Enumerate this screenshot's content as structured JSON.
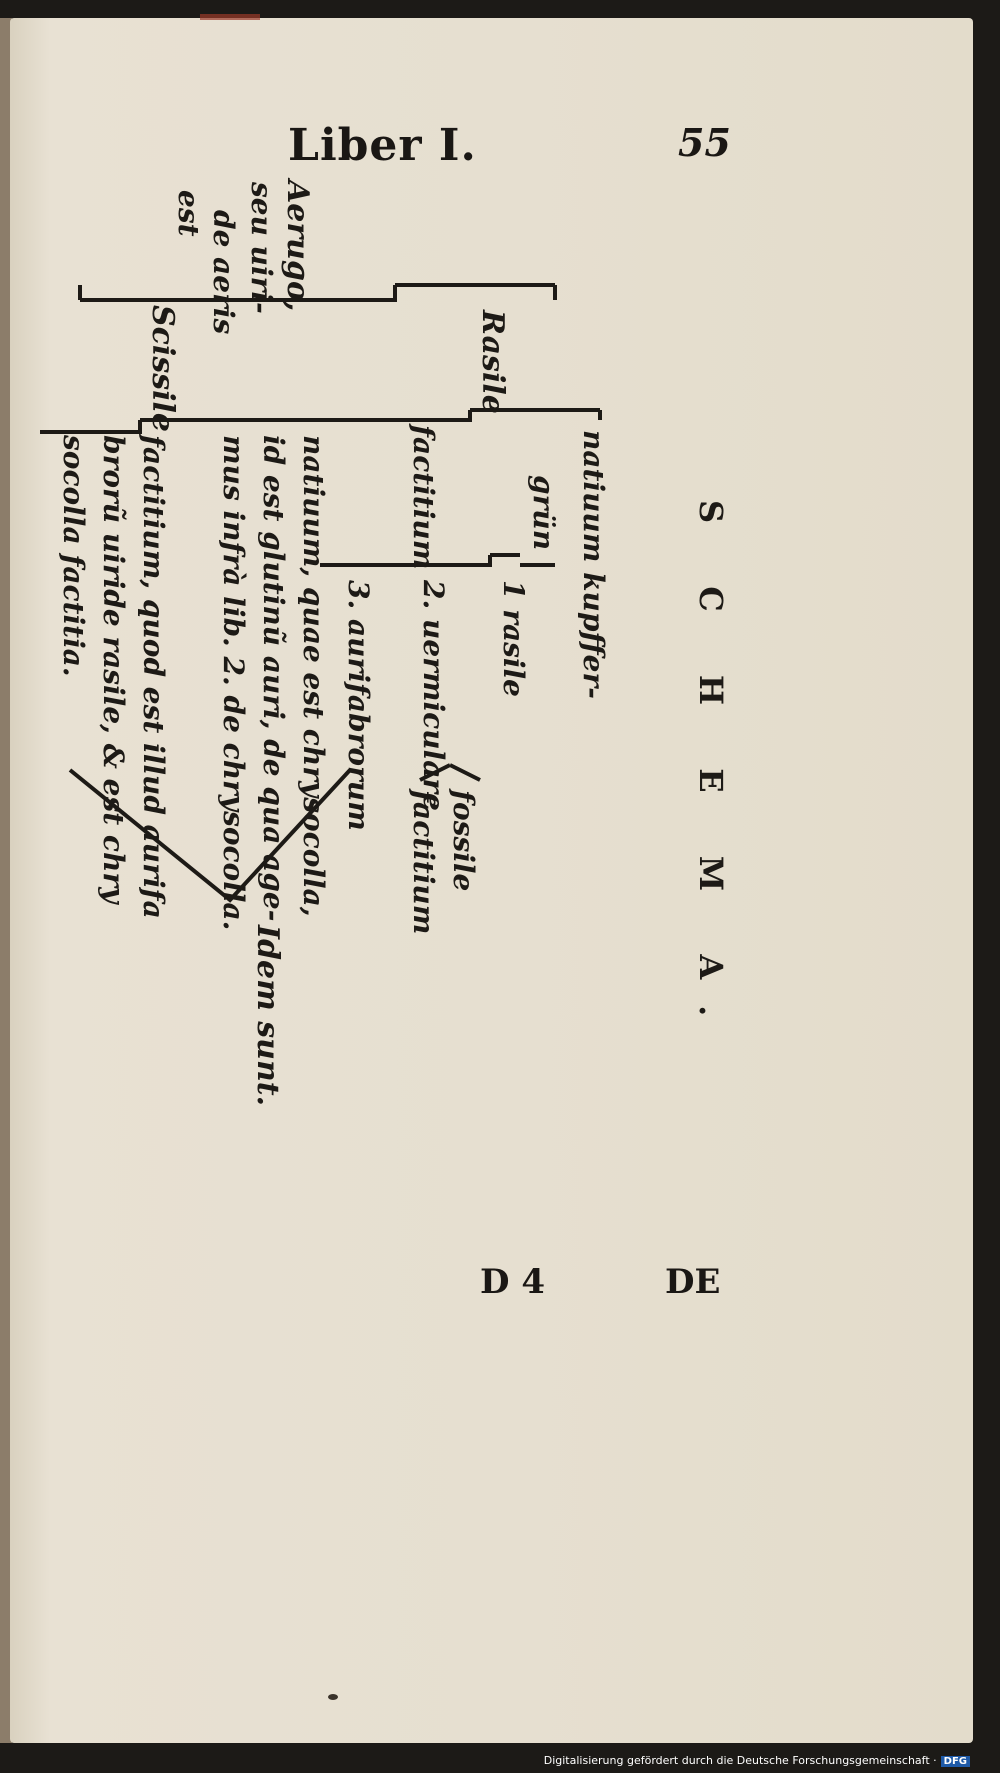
{
  "header": {
    "running_title": "Liber I.",
    "page_number": "55"
  },
  "schema": {
    "title": "S C H E M A.",
    "root": "Aerugo, seu uiri- de aeris est",
    "rasile": "Rasile",
    "natiuum_kupffer": "natiuum kupffer-",
    "grun": "grün",
    "factitium": "factitium",
    "item1": "1 rasile",
    "item2": "2. uermiculare",
    "item3": "3. aurifabrorum",
    "fossile": "fossile",
    "factitium2": "factitium",
    "scissile": "Scissile",
    "natiuum_line1": "natiuum, quae est chrysocolla,",
    "natiuum_line2": "id est glutinũ auri, de qua age-",
    "natiuum_line3": "mus infrà lib. 2. de chrysocolla.",
    "fact_line1": "factitium, quod est illud aurifa",
    "fact_line2": "brorũ uiride rasile, & est chry",
    "fact_line3": "socolla factitia.",
    "idem": "Idem sunt."
  },
  "footer": {
    "signature": "D 4",
    "catchword": "DE"
  },
  "credit": {
    "text": "Digitalisierung gefördert durch die Deutsche Forschungsgemeinschaft ·",
    "logo": "DFG"
  }
}
